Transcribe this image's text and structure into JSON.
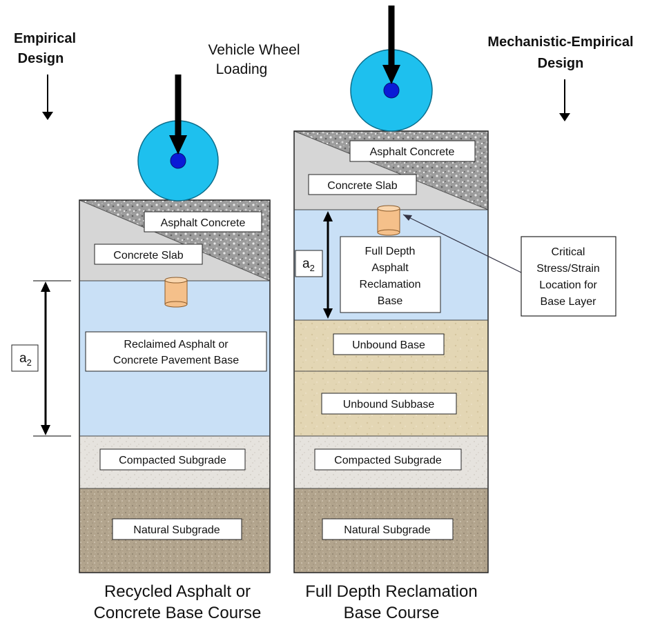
{
  "headings": {
    "empirical": [
      "Empirical",
      "Design"
    ],
    "mechanistic": [
      "Mechanistic-Empirical",
      "Design"
    ],
    "loading": [
      "Vehicle Wheel",
      "Loading"
    ]
  },
  "left_column": {
    "layers": {
      "asphalt_concrete": "Asphalt Concrete",
      "concrete_slab": "Concrete Slab",
      "base": [
        "Reclaimed Asphalt or",
        "Concrete Pavement Base"
      ],
      "compacted_subgrade": "Compacted Subgrade",
      "natural_subgrade": "Natural Subgrade"
    },
    "thickness_label": "a",
    "thickness_sub": "2",
    "caption": [
      "Recycled Asphalt or",
      "Concrete Base Course"
    ]
  },
  "right_column": {
    "layers": {
      "asphalt_concrete": "Asphalt Concrete",
      "concrete_slab": "Concrete Slab",
      "base": [
        "Full Depth",
        "Asphalt",
        "Reclamation",
        "Base"
      ],
      "unbound_base": "Unbound Base",
      "unbound_subbase": "Unbound Subbase",
      "compacted_subgrade": "Compacted Subgrade",
      "natural_subgrade": "Natural Subgrade"
    },
    "thickness_label": "a",
    "thickness_sub": "2",
    "caption": [
      "Full Depth Reclamation",
      "Base Course"
    ]
  },
  "callout": [
    "Critical",
    "Stress/Strain",
    "Location for",
    "Base Layer"
  ],
  "colors": {
    "wheel": "#1ec0ee",
    "hub": "#0a1bd6",
    "base_layer": "#c9e0f6",
    "slab": "#d6d6d6",
    "compacted": "#e8e4de",
    "natural": "#b3a690",
    "unbound": "#e3d6b4",
    "cylinder": "#f5c08a"
  }
}
